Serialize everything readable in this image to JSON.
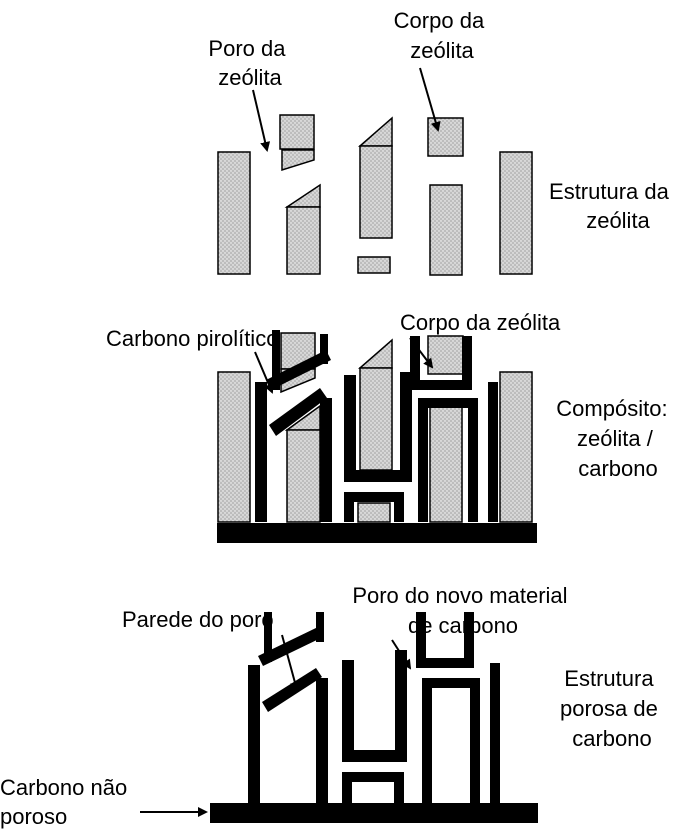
{
  "colors": {
    "zeolite_fill": "#bdbdbd",
    "zeolite_dots": "#ffffff",
    "carbon": "#000000",
    "background": "#ffffff"
  },
  "panel1": {
    "pore_label": [
      "Poro da",
      "zeólita"
    ],
    "body_label": [
      "Corpo da",
      "zeólita"
    ],
    "structure_label": [
      "Estrutura da",
      "zeólita"
    ]
  },
  "panel2": {
    "pyrolytic_label": "Carbono pirolítico",
    "body_label": "Corpo da zeólita",
    "composite_label": [
      "Compósito:",
      "zeólita /",
      "carbono"
    ]
  },
  "panel3": {
    "wall_label": "Parede do poro",
    "new_pore_label": [
      "Poro do novo material",
      "de carbono"
    ],
    "structure_label": [
      "Estrutura",
      "porosa de",
      "carbono"
    ],
    "nonporous_label": [
      "Carbono não",
      "poroso"
    ]
  }
}
